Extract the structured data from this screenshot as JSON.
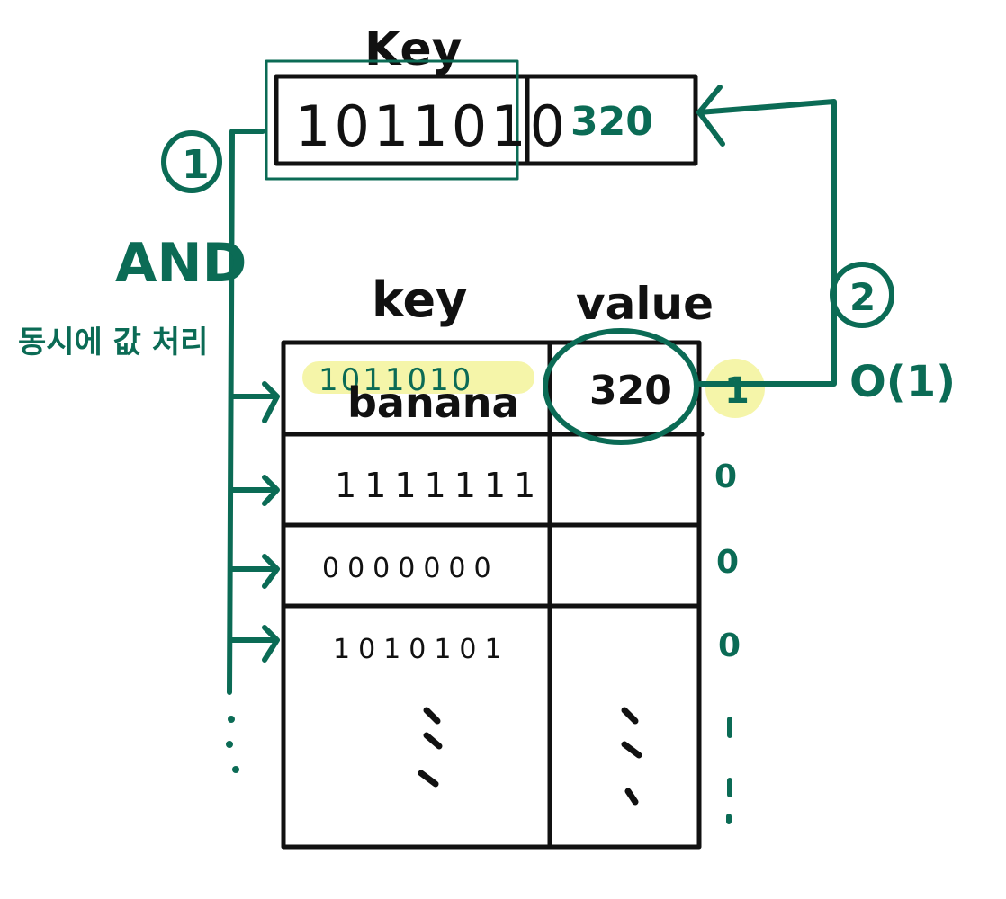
{
  "colors": {
    "ink": "#111111",
    "accent": "#0b6b55",
    "highlight": "#f3f39a",
    "background": "#ffffff"
  },
  "top_entry": {
    "header": "Key",
    "key_bits": "1011010",
    "value": "320"
  },
  "steps": {
    "step1": "1",
    "step2": "2",
    "and_label": "AND",
    "note": "동시에 값 처리",
    "complexity": "O(1)"
  },
  "table": {
    "key_header": "key",
    "value_header": "value",
    "rows": [
      {
        "mask": "1011010",
        "key": "banana",
        "value": "320",
        "flag": "1"
      },
      {
        "mask": "",
        "key": "1111111",
        "value": "",
        "flag": "0"
      },
      {
        "mask": "",
        "key": "0000000",
        "value": "",
        "flag": "0"
      },
      {
        "mask": "",
        "key": "1010101",
        "value": "",
        "flag": "0"
      }
    ]
  }
}
